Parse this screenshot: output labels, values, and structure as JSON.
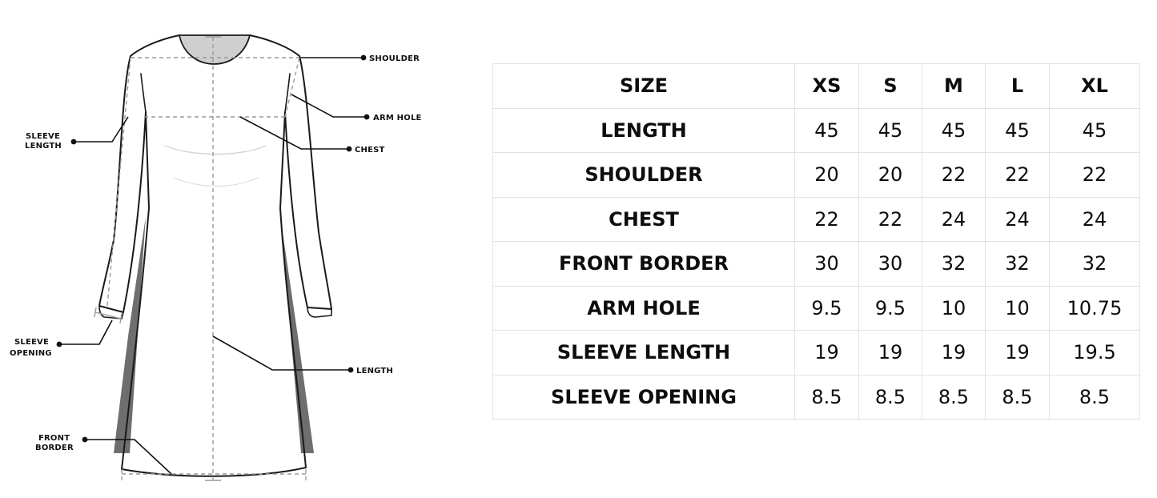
{
  "diagram": {
    "labels": {
      "shoulder": "SHOULDER",
      "arm_hole": "ARM HOLE",
      "chest": "CHEST",
      "sleeve_length_line1": "SLEEVE",
      "sleeve_length_line2": "LENGTH",
      "sleeve_opening_line1": "SLEEVE",
      "sleeve_opening_line2": "OPENING",
      "length": "LENGTH",
      "front_border_line1": "FRONT",
      "front_border_line2": "BORDER"
    }
  },
  "table": {
    "header": [
      "SIZE",
      "XS",
      "S",
      "M",
      "L",
      "XL"
    ],
    "rows": [
      {
        "label": "LENGTH",
        "values": [
          "45",
          "45",
          "45",
          "45",
          "45"
        ]
      },
      {
        "label": "SHOULDER",
        "values": [
          "20",
          "20",
          "22",
          "22",
          "22"
        ]
      },
      {
        "label": "CHEST",
        "values": [
          "22",
          "22",
          "24",
          "24",
          "24"
        ]
      },
      {
        "label": "FRONT BORDER",
        "values": [
          "30",
          "30",
          "32",
          "32",
          "32"
        ]
      },
      {
        "label": "ARM HOLE",
        "values": [
          "9.5",
          "9.5",
          "10",
          "10",
          "10.75"
        ]
      },
      {
        "label": "SLEEVE LENGTH",
        "values": [
          "19",
          "19",
          "19",
          "19",
          "19.5"
        ]
      },
      {
        "label": "SLEEVE OPENING",
        "values": [
          "8.5",
          "8.5",
          "8.5",
          "8.5",
          "8.5"
        ]
      }
    ]
  }
}
